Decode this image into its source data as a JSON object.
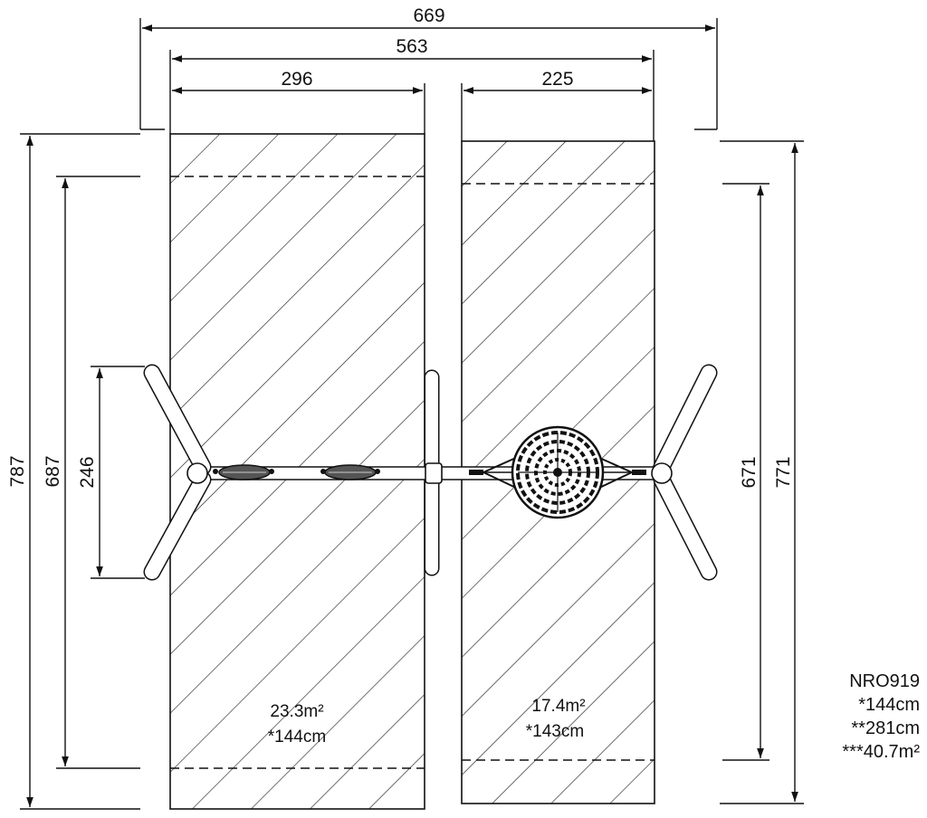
{
  "dimensions": {
    "overall_width": "669",
    "inner_width": "563",
    "left_zone_width": "296",
    "right_zone_width": "225",
    "overall_length_left": "787",
    "inner_length_left": "687",
    "frame_width": "246",
    "inner_length_right": "671",
    "overall_length_right": "771"
  },
  "zones": {
    "left": {
      "area": "23.3m²",
      "height": "*144cm"
    },
    "right": {
      "area": "17.4m²",
      "height": "*143cm"
    }
  },
  "notes": {
    "model": "NRO919",
    "height_1": "*144cm",
    "height_2": "**281cm",
    "area_total": "***40.7m²"
  }
}
